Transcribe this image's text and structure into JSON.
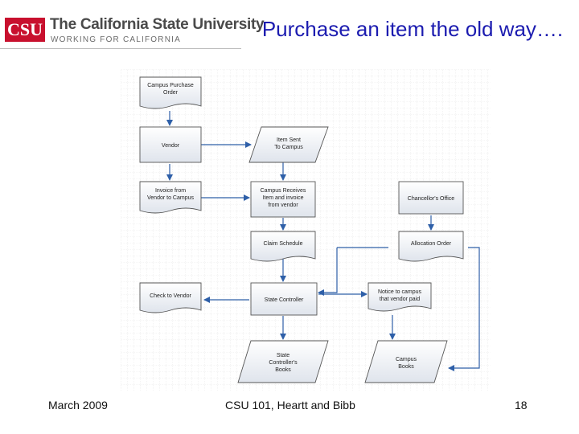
{
  "header": {
    "logo_mark": "CSU",
    "logo_title": "The California State University",
    "logo_subtitle": "WORKING FOR CALIFORNIA"
  },
  "slide": {
    "title": "Purchase an item the old way…."
  },
  "diagram": {
    "nodes": {
      "campus_po": [
        "Campus Purchase",
        "Order"
      ],
      "vendor": [
        "Vendor"
      ],
      "item_sent": [
        "Item Sent",
        "To Campus"
      ],
      "invoice": [
        "Invoice from",
        "Vendor to Campus"
      ],
      "campus_receives": [
        "Campus Receives",
        "Item and invoice",
        "from vendor"
      ],
      "chancellor": [
        "Chancellor's Office"
      ],
      "claim_schedule": [
        "Claim Schedule"
      ],
      "allocation_order": [
        "Allocation Order"
      ],
      "check_vendor": [
        "Check to Vendor"
      ],
      "state_controller": [
        "State Controller"
      ],
      "notice": [
        "Notice to campus",
        "that vendor paid"
      ],
      "sc_books": [
        "State",
        "Controller's",
        "Books"
      ],
      "campus_books": [
        "Campus",
        "Books"
      ]
    }
  },
  "footer": {
    "date": "March 2009",
    "course": "CSU 101, Heartt and Bibb",
    "page_number": "18"
  },
  "colors": {
    "title_blue": "#1c1cb0",
    "brand_red": "#c8102e",
    "arrow_blue": "#2e5fa8"
  }
}
